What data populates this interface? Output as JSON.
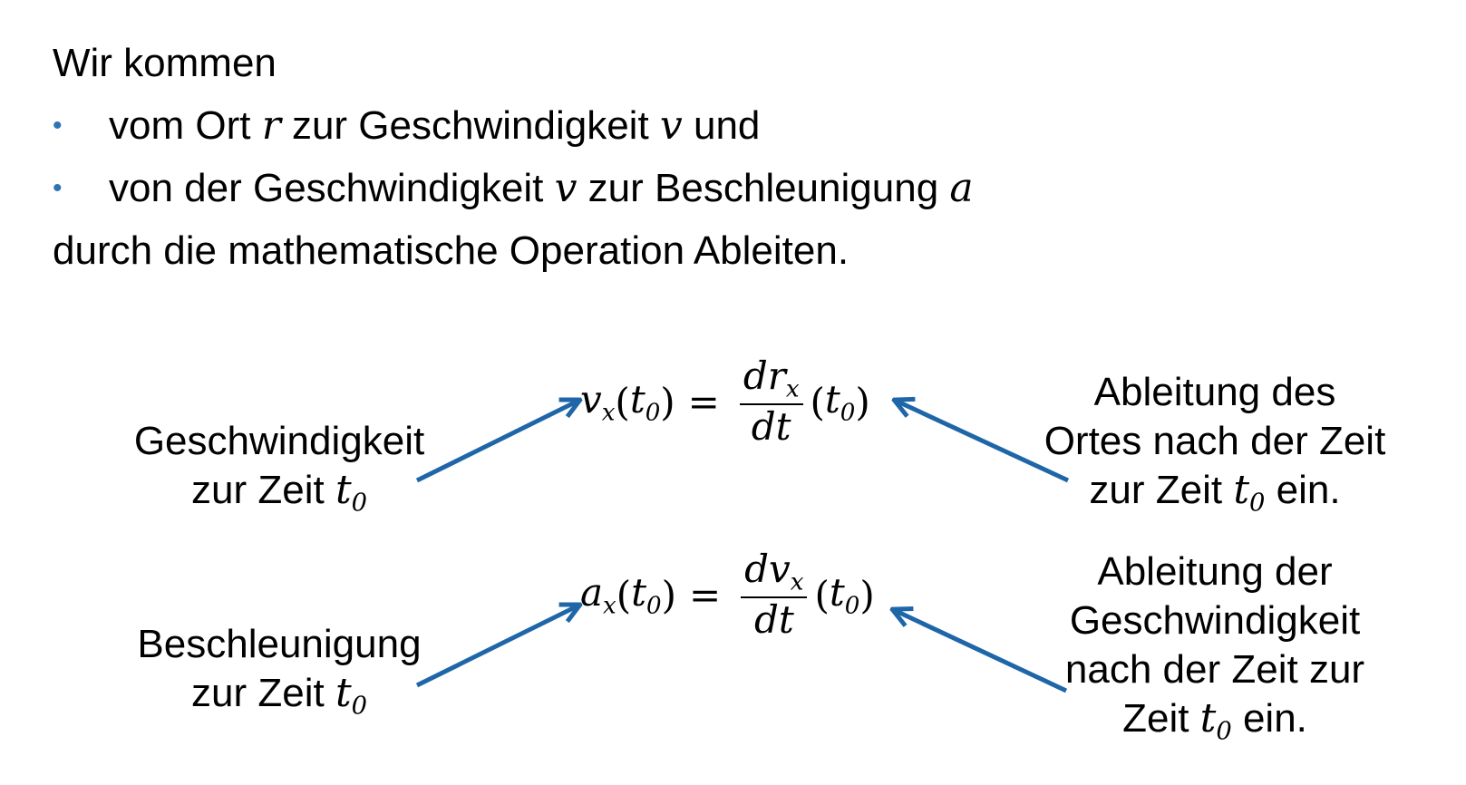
{
  "intro": "Wir kommen",
  "bullets": [
    {
      "pre": "vom Ort ",
      "var1": "r",
      "mid": " zur Geschwindigkeit ",
      "var2": "v",
      "post": " und"
    },
    {
      "pre": "von der Geschwindigkeit ",
      "var1": "v",
      "mid": " zur Beschleunigung ",
      "var2": "a",
      "post": ""
    }
  ],
  "bullet_symbol": "•",
  "conclusion": "durch die mathematische Operation Ableiten.",
  "left_labels": [
    {
      "line1": "Geschwindigkeit",
      "line2_prefix": "zur Zeit ",
      "var": "t",
      "sub": "0",
      "line2_suffix": ""
    },
    {
      "line1": "Beschleunigung",
      "line2_prefix": "zur Zeit ",
      "var": "t",
      "sub": "0",
      "line2_suffix": ""
    }
  ],
  "equations": [
    {
      "lhs": "v",
      "lhs_sub": "x",
      "arg_open": "(",
      "arg": "t",
      "arg_sub": "0",
      "arg_close": ")",
      "equals": "=",
      "num": "dr",
      "num_sub": "x",
      "den": "dt",
      "tail_open": "(",
      "tail": "t",
      "tail_sub": "0",
      "tail_close": ")"
    },
    {
      "lhs": "a",
      "lhs_sub": "x",
      "arg_open": "(",
      "arg": "t",
      "arg_sub": "0",
      "arg_close": ")",
      "equals": "=",
      "num": "dv",
      "num_sub": "x",
      "den": "dt",
      "tail_open": "(",
      "tail": "t",
      "tail_sub": "0",
      "tail_close": ")"
    }
  ],
  "right_labels": [
    {
      "lines": [
        "Ableitung des",
        "Ortes nach der Zeit"
      ],
      "last_prefix": "zur Zeit ",
      "var": "t",
      "sub": "0",
      "last_suffix": " ein."
    },
    {
      "lines": [
        "Ableitung der",
        "Geschwindigkeit",
        "nach der Zeit zur"
      ],
      "last_prefix": "Zeit ",
      "var": "t",
      "sub": "0",
      "last_suffix": " ein."
    }
  ],
  "colors": {
    "arrow": "#1f66a8",
    "bullet": "#2e74b5",
    "text": "#000000"
  }
}
